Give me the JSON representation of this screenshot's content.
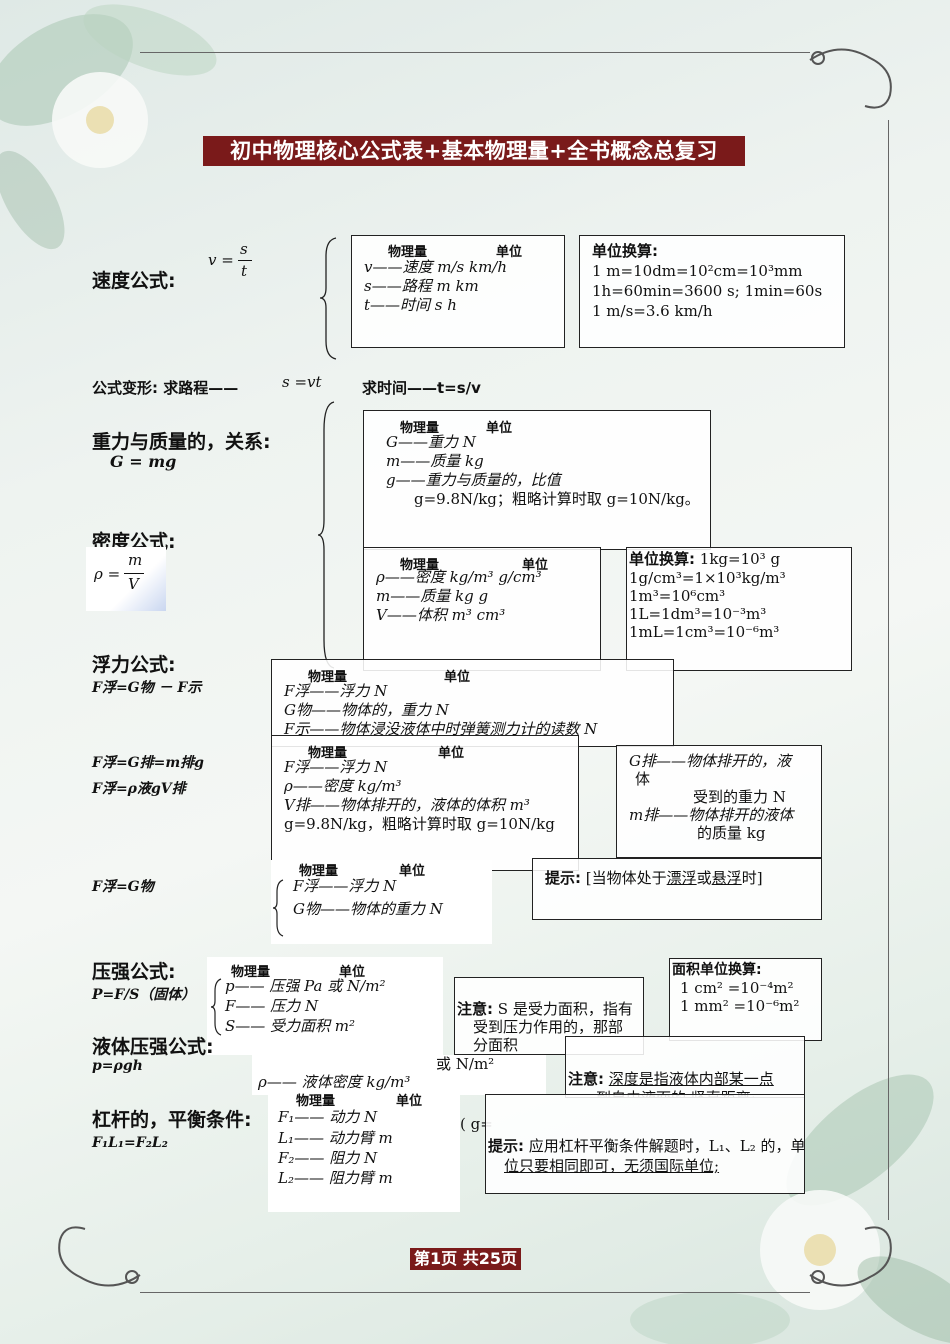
{
  "title": "初中物理核心公式表+基本物理量+全书概念总复习",
  "speed": {
    "heading": "速度公式:",
    "formula_left": "v =",
    "formula_num": "s",
    "formula_den": "t",
    "table_header_qty": "物理量",
    "table_header_unit": "单位",
    "rows": [
      "v——速度   m/s   km/h",
      "s——路程    m    km",
      "t——时间     s     h"
    ],
    "conv_title": "单位换算:",
    "conv": [
      "1 m=10dm=10²cm=10³mm",
      "1h=60min=3600 s;   1min=60s",
      "1 m/s=3.6 km/h"
    ],
    "variant_label": "公式变形: 求路程——",
    "variant_formula": "s =vt",
    "time_label": "求时间——t=s/v"
  },
  "gravity": {
    "heading": "重力与质量的，关系:",
    "formula": "G = mg",
    "hdr_qty": "物理量",
    "hdr_unit": "单位",
    "rows": [
      "G——重力   N",
      "m——质量   kg",
      "g——重力与质量的，比值",
      "g=9.8N/kg；粗略计算时取 g=10N/kg。"
    ]
  },
  "density": {
    "heading": "密度公式:",
    "formula_left": "ρ =",
    "formula_num": "m",
    "formula_den": "V",
    "hdr_qty": "物理量",
    "hdr_unit": "单位",
    "rows": [
      "ρ——密度   kg/m³  g/cm³",
      "m——质量    kg     g",
      "V——体积    m³    cm³"
    ],
    "conv_title": "单位换算:",
    "conv": [
      "1kg=10³ g",
      "1g/cm³=1×10³kg/m³",
      "1m³=10⁶cm³",
      "1L=1dm³=10⁻³m³",
      "1mL=1cm³=10⁻⁶m³"
    ]
  },
  "buoyancy": {
    "heading": "浮力公式:",
    "f1": "F浮=G物 － F示",
    "f2": "F浮=G排=m排g",
    "f3": "F浮=ρ液gV排",
    "f4": "F浮=G物",
    "hdr_qty": "物理量",
    "hdr_unit": "单位",
    "rows1": [
      "F浮——浮力       N",
      "G物——物体的，重力  N",
      "F示——物体浸没液体中时弹簧测力计的读数   N"
    ],
    "rows2": [
      "F浮——浮力       N",
      "ρ——密度      kg/m³",
      "V排——物体排开的，液体的体积   m³",
      "g=9.8N/kg，粗略计算时取 g=10N/kg"
    ],
    "side": [
      "G排——物体排开的，液",
      "体",
      "受到的重力 N",
      "m排——物体排开的液体",
      "的质量    kg"
    ],
    "rows3": [
      "F浮——浮力       N",
      "G物——物体的重力      N"
    ],
    "tip_label": "提示:",
    "tip_text": "[当物体处于",
    "tip_u1": "漂浮",
    "tip_mid": "或",
    "tip_u2": "悬浮",
    "tip_end": "时]"
  },
  "pressure": {
    "heading": "压强公式:",
    "formula": "P=F/S（固体）",
    "hdr_qty": "物理量",
    "hdr_unit": "单位",
    "rows": [
      "p—— 压强      Pa   或   N/m²",
      "F—— 压力          N",
      "S—— 受力面积     m²"
    ],
    "conv_title": "面积单位换算:",
    "conv": [
      "1 cm² =10⁻⁴m²",
      "1 mm² =10⁻⁶m²"
    ],
    "note_label": "注意:",
    "note_text": [
      "S 是受力面积，指有",
      "受到压力作用的，那部",
      "分面积"
    ]
  },
  "liquid": {
    "heading": "液体压强公式:",
    "formula": "p=ρgh",
    "row_partial": "或   N/m²",
    "row_density": "ρ—— 液体密度            kg/m³",
    "note_label": "注意:",
    "note_text": [
      "深度是指液体内部某一点",
      "到自由液面的    竖直距离;"
    ]
  },
  "lever": {
    "heading": "杠杆的，平衡条件:",
    "formula": "F₁L₁=F₂L₂",
    "hdr_qty": "物理量",
    "hdr_unit": "单位",
    "rows": [
      "F₁—— 动力          N",
      "L₁—— 动力臂        m",
      "F₂—— 阻力          N",
      "L₂—— 阻力臂        m"
    ],
    "hidden_partial": "( g=",
    "tip_label": "提示:",
    "tip_text": [
      "应用杠杆平衡条件解题时，L₁、L₂ 的，单",
      "位只要相同即可，无须国际单位;"
    ]
  },
  "pager": {
    "prefix": "第",
    "page": "1",
    "mid": "页 共",
    "total": "25",
    "suffix": "页"
  },
  "colors": {
    "title_bg": "#7a1a1a",
    "page_bg": "#eef3f0",
    "leaf": "#9fbfa9",
    "flower": "#f6f8f6"
  }
}
